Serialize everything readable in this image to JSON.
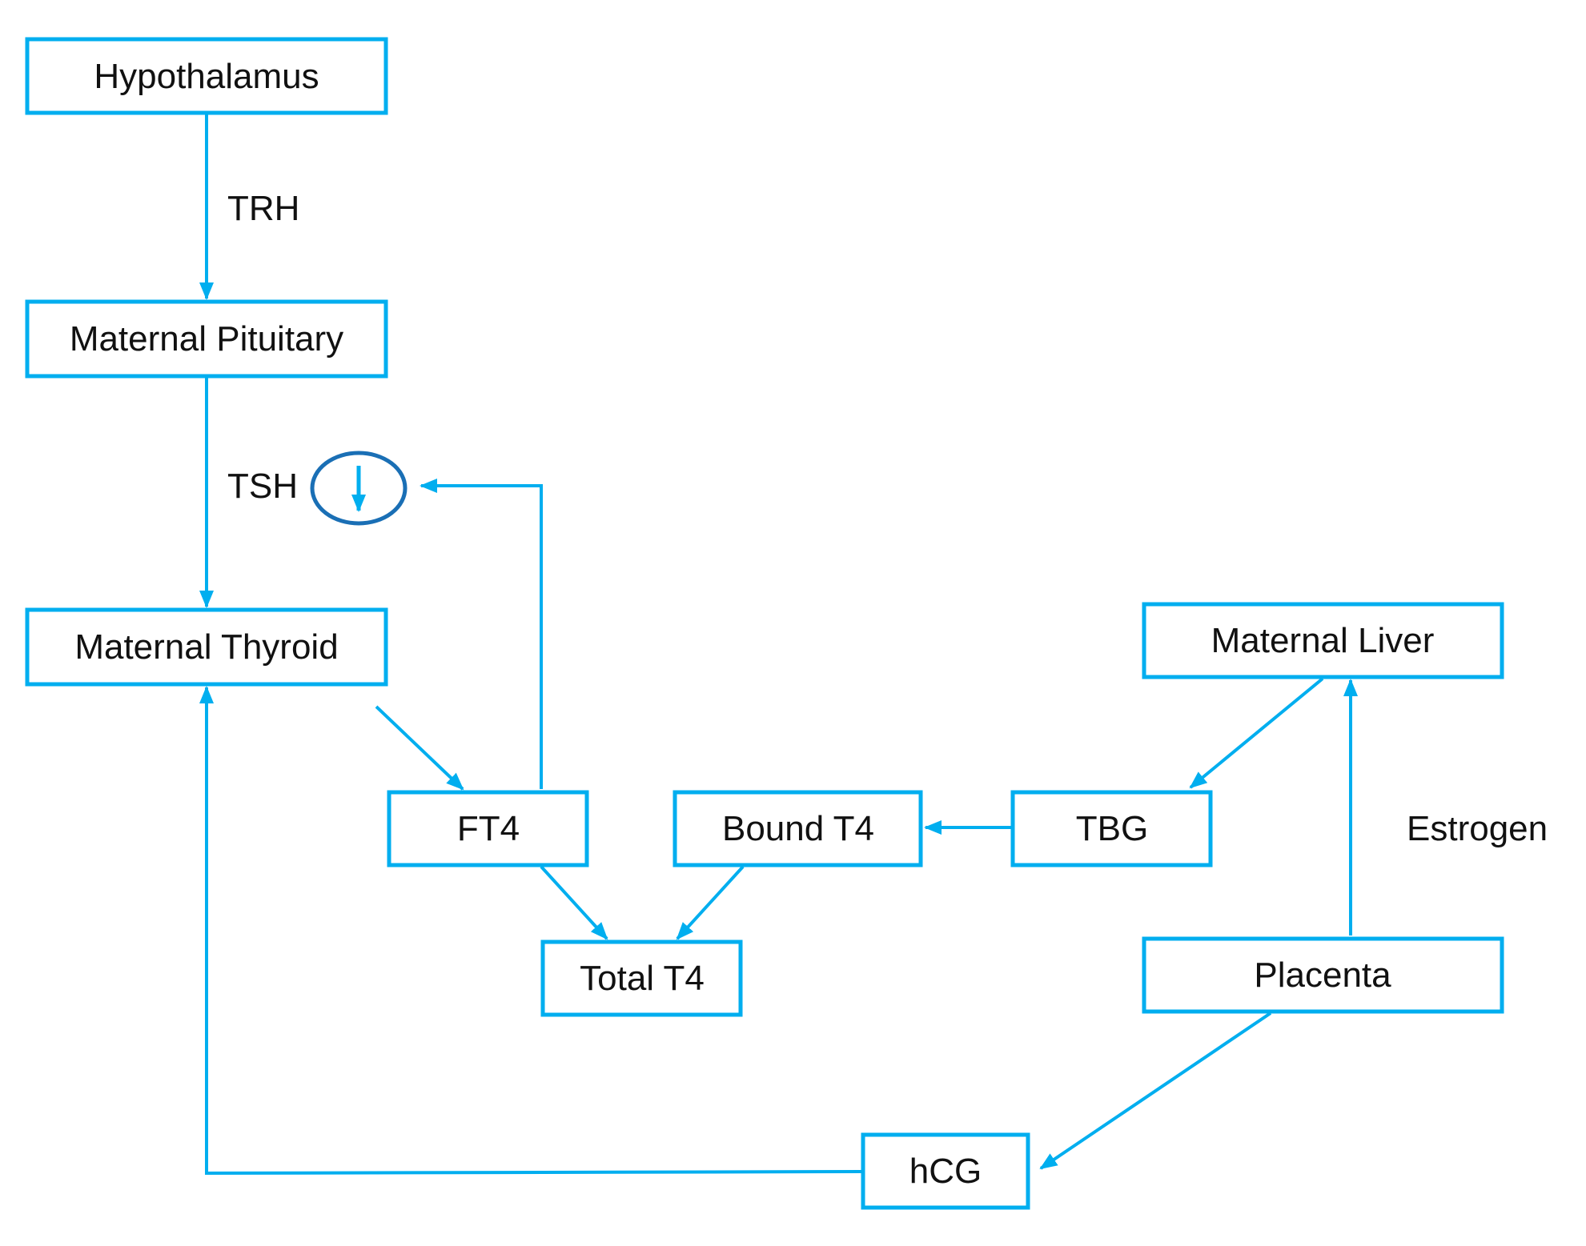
{
  "diagram": {
    "colors": {
      "accent": "#00aeef",
      "circle": "#1a6fb5",
      "text": "#111111"
    },
    "nodes": [
      {
        "id": "hypothalamus",
        "label": "Hypothalamus"
      },
      {
        "id": "pituitary",
        "label": "Maternal Pituitary"
      },
      {
        "id": "thyroid",
        "label": "Maternal Thyroid"
      },
      {
        "id": "ft4",
        "label": "FT4"
      },
      {
        "id": "bound_t4",
        "label": "Bound T4"
      },
      {
        "id": "tbg",
        "label": "TBG"
      },
      {
        "id": "total_t4",
        "label": "Total T4"
      },
      {
        "id": "liver",
        "label": "Maternal Liver"
      },
      {
        "id": "placenta",
        "label": "Placenta"
      },
      {
        "id": "hcg",
        "label": "hCG"
      }
    ],
    "edge_labels": {
      "trh": "TRH",
      "tsh": "TSH",
      "estrogen": "Estrogen"
    },
    "edges": [
      {
        "from": "hypothalamus",
        "to": "pituitary",
        "label": "TRH"
      },
      {
        "from": "pituitary",
        "to": "thyroid",
        "label": "TSH"
      },
      {
        "from": "thyroid",
        "to": "ft4"
      },
      {
        "from": "ft4",
        "to": "tsh-decrease",
        "type": "negative-feedback"
      },
      {
        "from": "ft4",
        "to": "total_t4"
      },
      {
        "from": "bound_t4",
        "to": "total_t4"
      },
      {
        "from": "tbg",
        "to": "bound_t4"
      },
      {
        "from": "liver",
        "to": "tbg"
      },
      {
        "from": "placenta",
        "to": "liver",
        "label": "Estrogen"
      },
      {
        "from": "placenta",
        "to": "hcg"
      },
      {
        "from": "hcg",
        "to": "thyroid"
      }
    ],
    "tsh_indicator": {
      "icon": "down-arrow-in-circle",
      "meaning": "decreased"
    }
  }
}
